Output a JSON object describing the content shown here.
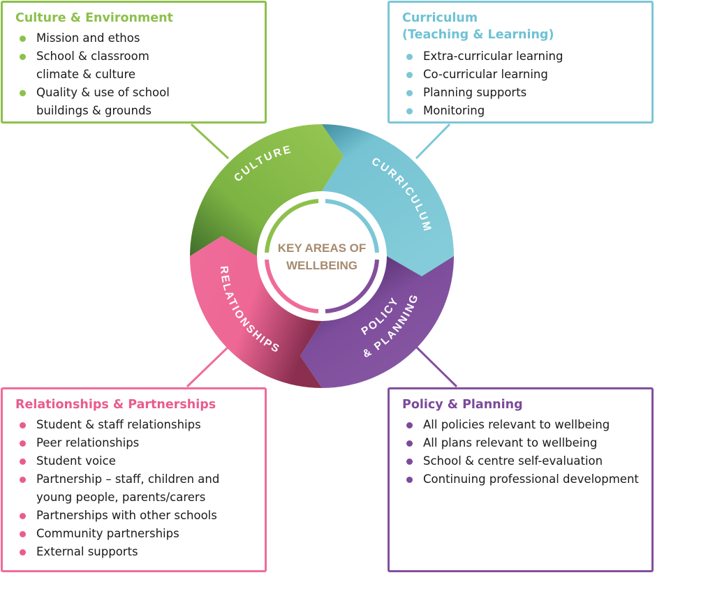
{
  "culture_box": {
    "title": "Culture & Environment",
    "items": [
      "Mission and ethos",
      "School & classroom climate & culture",
      "Quality & use of school buildings & grounds"
    ]
  },
  "curriculum_box": {
    "title_line1": "Curriculum",
    "title_line2": "(Teaching & Learning)",
    "items": [
      "Extra-curricular learning",
      "Co-curricular learning",
      "Planning supports",
      "Monitoring"
    ]
  },
  "relationships_box": {
    "title": "Relationships & Partnerships",
    "items": [
      "Student & staff relationships",
      "Peer relationships",
      "Student voice",
      "Partnership – staff, children and young people, parents/carers",
      "Partnerships with other schools",
      "Community partnerships",
      "External supports"
    ]
  },
  "policy_box": {
    "title": "Policy & Planning",
    "items": [
      "All policies relevant to wellbeing",
      "All plans relevant to wellbeing",
      "School & centre self-evaluation",
      "Continuing professional development"
    ]
  },
  "wheel": {
    "center_line1": "KEY AREAS OF",
    "center_line2": "WELLBEING",
    "segment_culture": "CULTURE",
    "segment_curriculum": "CURRICULUM",
    "segment_relationships": "RELATIONSHIPS",
    "segment_policy_line1": "POLICY",
    "segment_policy_line2": "& PLANNING"
  },
  "colors": {
    "culture": "#8dc04c",
    "curriculum": "#7cc7d6",
    "relationships": "#ef6c99",
    "policy": "#834f9d",
    "center_text": "#a78a6f"
  }
}
